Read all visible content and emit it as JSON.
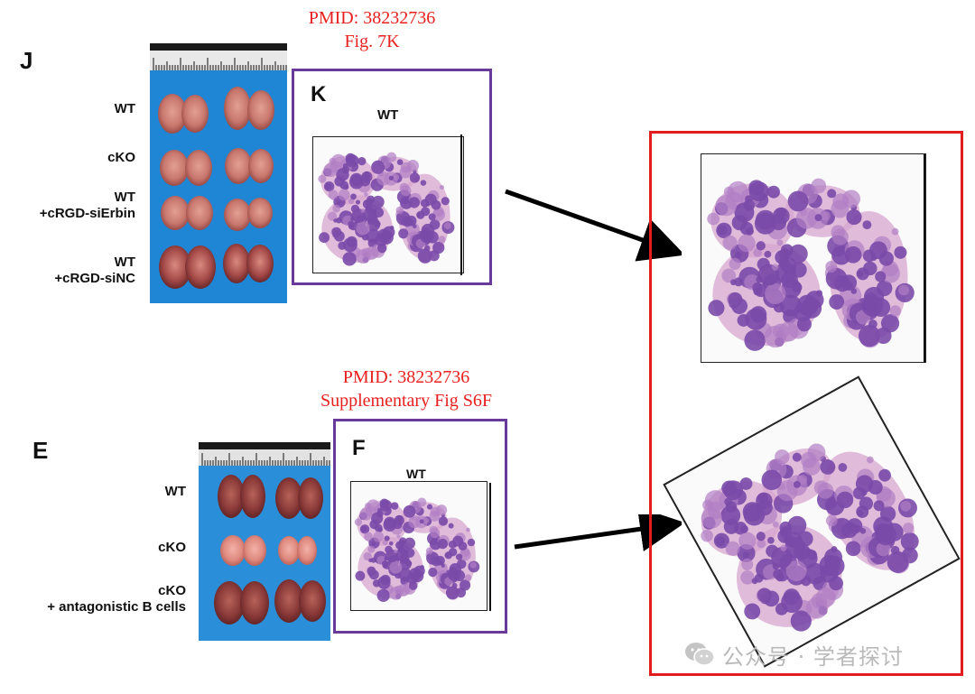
{
  "panel_j": {
    "letter": "J",
    "rows": [
      "WT",
      "cKO",
      "WT\n+cRGD-siErbin",
      "WT\n+cRGD-siNC"
    ]
  },
  "panel_k": {
    "source": [
      "PMID: 38232736",
      "Fig. 7K"
    ],
    "letter": "K",
    "label": "WT"
  },
  "panel_e": {
    "letter": "E",
    "rows": [
      "WT",
      "cKO",
      "cKO\n+ antagonistic B cells"
    ]
  },
  "panel_f": {
    "source": [
      "PMID: 38232736",
      "Supplementary Fig S6F"
    ],
    "letter": "F",
    "label": "WT"
  },
  "watermark": {
    "icon": "wechat-icon",
    "text": "公众号 · 学者探讨"
  },
  "colors": {
    "pmid_red": "#e8201e",
    "purple_box": "#6a3a9a",
    "red_box": "#e21d1d",
    "photo_blue": "#1f86d6",
    "tissue_purple": "#7a4aa8",
    "tissue_pink": "#d7a6cf"
  }
}
